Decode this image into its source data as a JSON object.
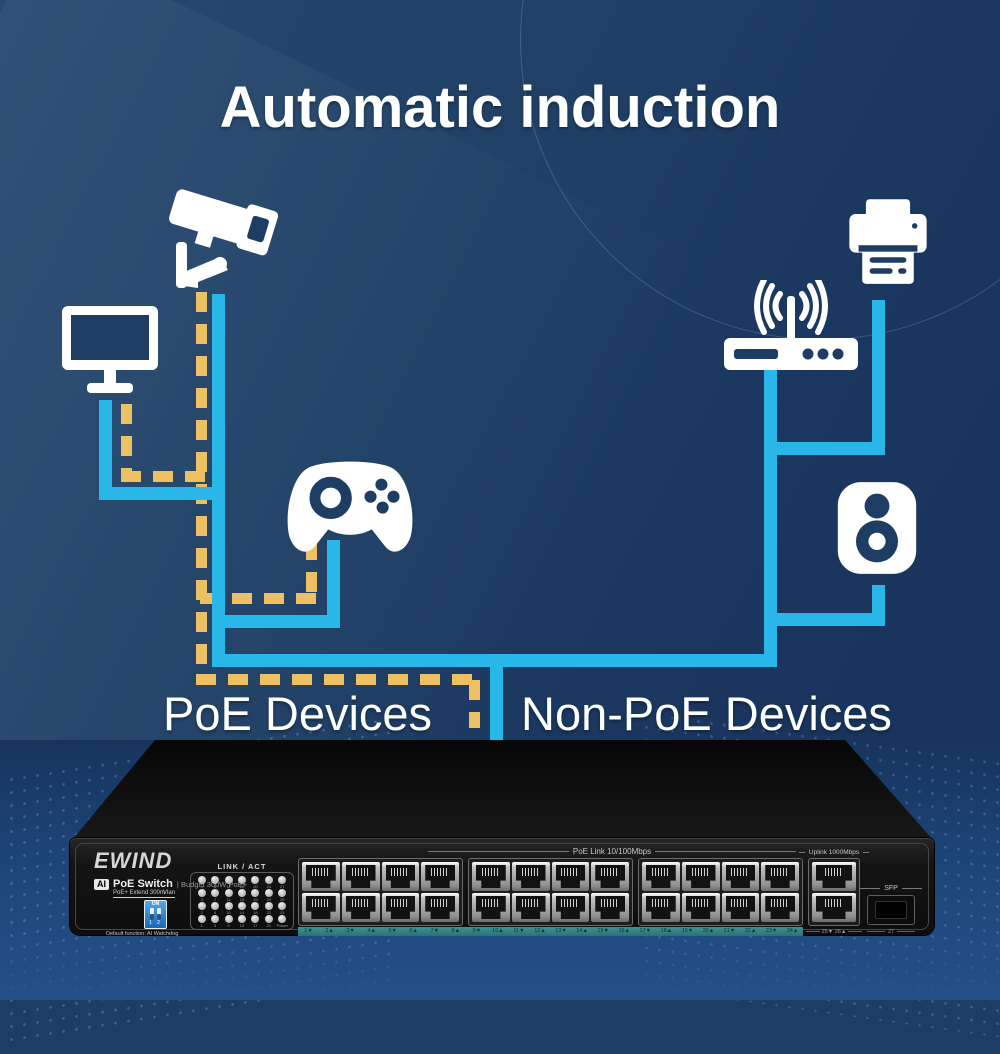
{
  "title": "Automatic induction",
  "colors": {
    "background": "#1e3d63",
    "cyan": "#29b7e9",
    "yellow": "#eec061",
    "panel": "#141414",
    "port_strip": "#2e8080"
  },
  "diagram": {
    "poe_label": "PoE Devices",
    "non_poe_label": "Non-PoE Devices",
    "devices": [
      {
        "id": "cctv-camera",
        "icon": "cctv-camera-icon",
        "group": "poe"
      },
      {
        "id": "monitor",
        "icon": "monitor-icon",
        "group": "poe"
      },
      {
        "id": "game-controller",
        "icon": "game-controller-icon",
        "group": "poe"
      },
      {
        "id": "wifi-router",
        "icon": "wifi-router-icon",
        "group": "non-poe"
      },
      {
        "id": "printer",
        "icon": "printer-icon",
        "group": "non-poe"
      },
      {
        "id": "speaker",
        "icon": "speaker-icon",
        "group": "non-poe"
      }
    ]
  },
  "switch": {
    "brand": "EWIND",
    "ai_badge": "AI",
    "product": "PoE Switch",
    "budget": "| Budget 300W PoE+",
    "dip_label_left": "PoE+ Extend 300m",
    "dip_label_right": "Vlan",
    "dip_on": "ON",
    "dip_numbers": "1 2",
    "dip_caption": "Default function: AI Watchdog",
    "led_title": "LINK / ACT",
    "led_rows": [
      [
        "4",
        "8",
        "12",
        "16",
        "20",
        "24",
        "27"
      ],
      [
        "3",
        "7",
        "11",
        "15",
        "19",
        "23",
        "26"
      ],
      [
        "2",
        "6",
        "10",
        "14",
        "18",
        "22",
        "25"
      ],
      [
        "1",
        "5",
        "9",
        "13",
        "17",
        "21",
        "Power"
      ]
    ],
    "poe_ports_label": "PoE Link 10/100Mbps",
    "uplink_label": "Uplink 1000Mbps",
    "sfp_label": "SFP",
    "port_groups": [
      [
        "1▼",
        "2▲",
        "3▼",
        "4▲",
        "5▼",
        "6▲",
        "7▼",
        "8▲"
      ],
      [
        "9▼",
        "10▲",
        "11▼",
        "12▲",
        "13▼",
        "14▲",
        "15▼",
        "16▲"
      ],
      [
        "17▼",
        "18▲",
        "19▼",
        "20▲",
        "21▼",
        "22▲",
        "23▼",
        "24▲"
      ]
    ],
    "uplink_ports": "25▼  26▲",
    "sfp_number": "27"
  }
}
